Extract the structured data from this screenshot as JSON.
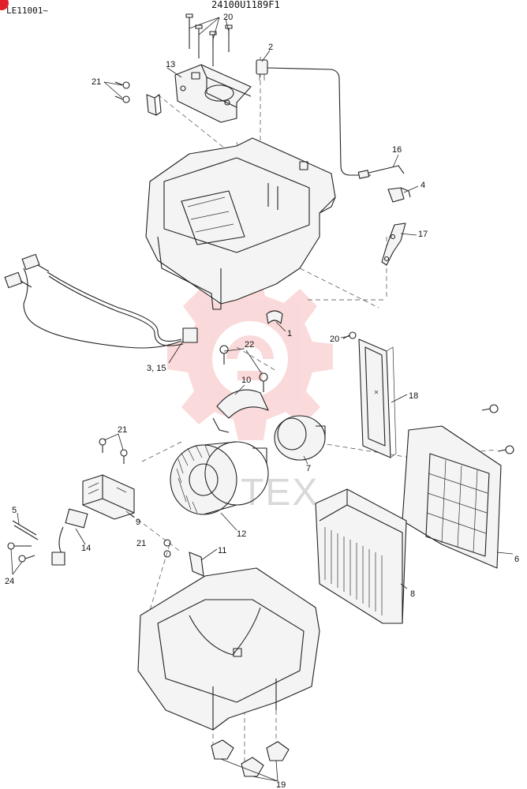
{
  "header": {
    "serial_prefix": "LE11001~",
    "drawing_number": "24100U1189F1",
    "badge_color": "#e0202a"
  },
  "watermark": {
    "text": "TEX",
    "color": "#e8323a"
  },
  "callouts": [
    {
      "id": "20-top",
      "label": "20"
    },
    {
      "id": "2",
      "label": "2"
    },
    {
      "id": "13",
      "label": "13"
    },
    {
      "id": "21-top",
      "label": "21"
    },
    {
      "id": "16",
      "label": "16"
    },
    {
      "id": "4",
      "label": "4"
    },
    {
      "id": "17",
      "label": "17"
    },
    {
      "id": "1",
      "label": "1"
    },
    {
      "id": "20-mid",
      "label": "20"
    },
    {
      "id": "22",
      "label": "22"
    },
    {
      "id": "3-15",
      "label": "3, 15"
    },
    {
      "id": "10",
      "label": "10"
    },
    {
      "id": "18",
      "label": "18"
    },
    {
      "id": "21-mid",
      "label": "21"
    },
    {
      "id": "7",
      "label": "7"
    },
    {
      "id": "5",
      "label": "5"
    },
    {
      "id": "9",
      "label": "9"
    },
    {
      "id": "14",
      "label": "14"
    },
    {
      "id": "21-low",
      "label": "21"
    },
    {
      "id": "12",
      "label": "12"
    },
    {
      "id": "11",
      "label": "11"
    },
    {
      "id": "24",
      "label": "24"
    },
    {
      "id": "6",
      "label": "6"
    },
    {
      "id": "8",
      "label": "8"
    },
    {
      "id": "19",
      "label": "19"
    }
  ]
}
